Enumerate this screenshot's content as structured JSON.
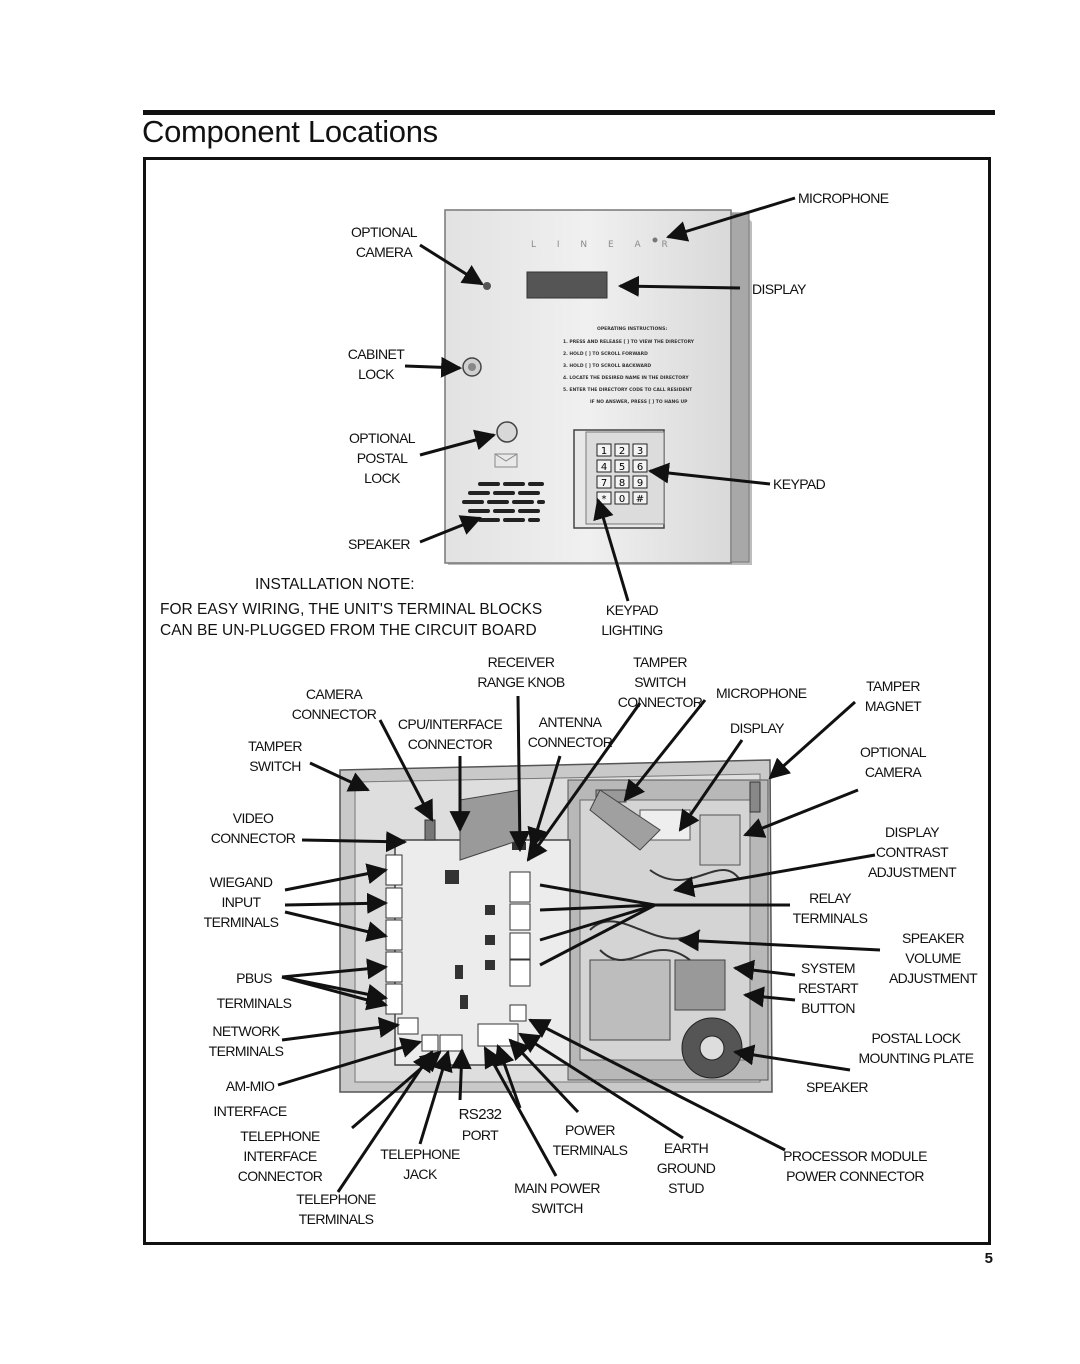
{
  "page": {
    "title": "Component Locations",
    "page_number": "5"
  },
  "device": {
    "brand": "L I N E A R",
    "instructions": {
      "heading": "OPERATING INSTRUCTIONS:",
      "steps": [
        "1. PRESS AND RELEASE [ ] TO VIEW THE DIRECTORY",
        "2. HOLD [ ] TO SCROLL FORWARD",
        "3. HOLD [ ] TO SCROLL BACKWARD",
        "4. LOCATE THE DESIRED NAME IN THE DIRECTORY",
        "5. ENTER THE DIRECTORY CODE TO CALL RESIDENT",
        "IF NO ANSWER, PRESS [ ] TO HANG UP"
      ]
    },
    "keypad_keys": [
      "1",
      "2",
      "3",
      "4",
      "5",
      "6",
      "7",
      "8",
      "9",
      "*",
      "0",
      "#"
    ]
  },
  "front_labels": {
    "microphone": "MICROPHONE",
    "optional_camera": [
      "OPTIONAL",
      "CAMERA"
    ],
    "display": "DISPLAY",
    "cabinet_lock": [
      "CABINET",
      "LOCK"
    ],
    "optional_postal_lock": [
      "OPTIONAL",
      "POSTAL",
      "LOCK"
    ],
    "keypad": "KEYPAD",
    "speaker": "SPEAKER"
  },
  "installation_note": {
    "heading": "INSTALLATION NOTE:",
    "lines": [
      "FOR EASY WIRING, THE UNIT'S TERMINAL BLOCKS",
      "CAN BE UN-PLUGGED FROM THE CIRCUIT BOARD"
    ]
  },
  "keypad_lighting": [
    "KEYPAD",
    "LIGHTING"
  ],
  "inside_labels": {
    "receiver_range_knob": [
      "RECEIVER",
      "RANGE KNOB"
    ],
    "tamper_switch_connector": [
      "TAMPER",
      "SWITCH",
      "CONNECTOR"
    ],
    "microphone": "MICROPHONE",
    "tamper_magnet": [
      "TAMPER",
      "MAGNET"
    ],
    "camera_connector": [
      "CAMERA",
      "CONNECTOR"
    ],
    "cpu_interface_connector": [
      "CPU/INTERFACE",
      "CONNECTOR"
    ],
    "antenna_connector": [
      "ANTENNA",
      "CONNECTOR"
    ],
    "display": "DISPLAY",
    "tamper_switch": [
      "TAMPER",
      "SWITCH"
    ],
    "optional_camera": [
      "OPTIONAL",
      "CAMERA"
    ],
    "video_connector": [
      "VIDEO",
      "CONNECTOR"
    ],
    "display_contrast_adjustment": [
      "DISPLAY",
      "CONTRAST",
      "ADJUSTMENT"
    ],
    "wiegand_input_terminals": [
      "WIEGAND",
      "INPUT",
      "TERMINALS"
    ],
    "relay_terminals": [
      "RELAY",
      "TERMINALS"
    ],
    "speaker_volume_adjustment": [
      "SPEAKER",
      "VOLUME",
      "ADJUSTMENT"
    ],
    "system_restart_button": [
      "SYSTEM",
      "RESTART",
      "BUTTON"
    ],
    "pbus_terminals": [
      "PBUS",
      "TERMINALS"
    ],
    "network_terminals": [
      "NETWORK",
      "TERMINALS"
    ],
    "postal_lock_mounting_plate": [
      "POSTAL LOCK",
      "MOUNTING PLATE"
    ],
    "am_mio_interface": [
      "AM-MIO",
      "INTERFACE"
    ],
    "speaker": "SPEAKER",
    "rs232_port": [
      "RS232",
      "PORT"
    ],
    "power_terminals": [
      "POWER",
      "TERMINALS"
    ],
    "telephone_interface_connector": [
      "TELEPHONE",
      "INTERFACE",
      "CONNECTOR"
    ],
    "telephone_jack": [
      "TELEPHONE",
      "JACK"
    ],
    "earth_ground_stud": [
      "EARTH",
      "GROUND",
      "STUD"
    ],
    "processor_module_power_connector": [
      "PROCESSOR MODULE",
      "POWER CONNECTOR"
    ],
    "main_power_switch": [
      "MAIN POWER",
      "SWITCH"
    ],
    "telephone_terminals": [
      "TELEPHONE",
      "TERMINALS"
    ]
  }
}
